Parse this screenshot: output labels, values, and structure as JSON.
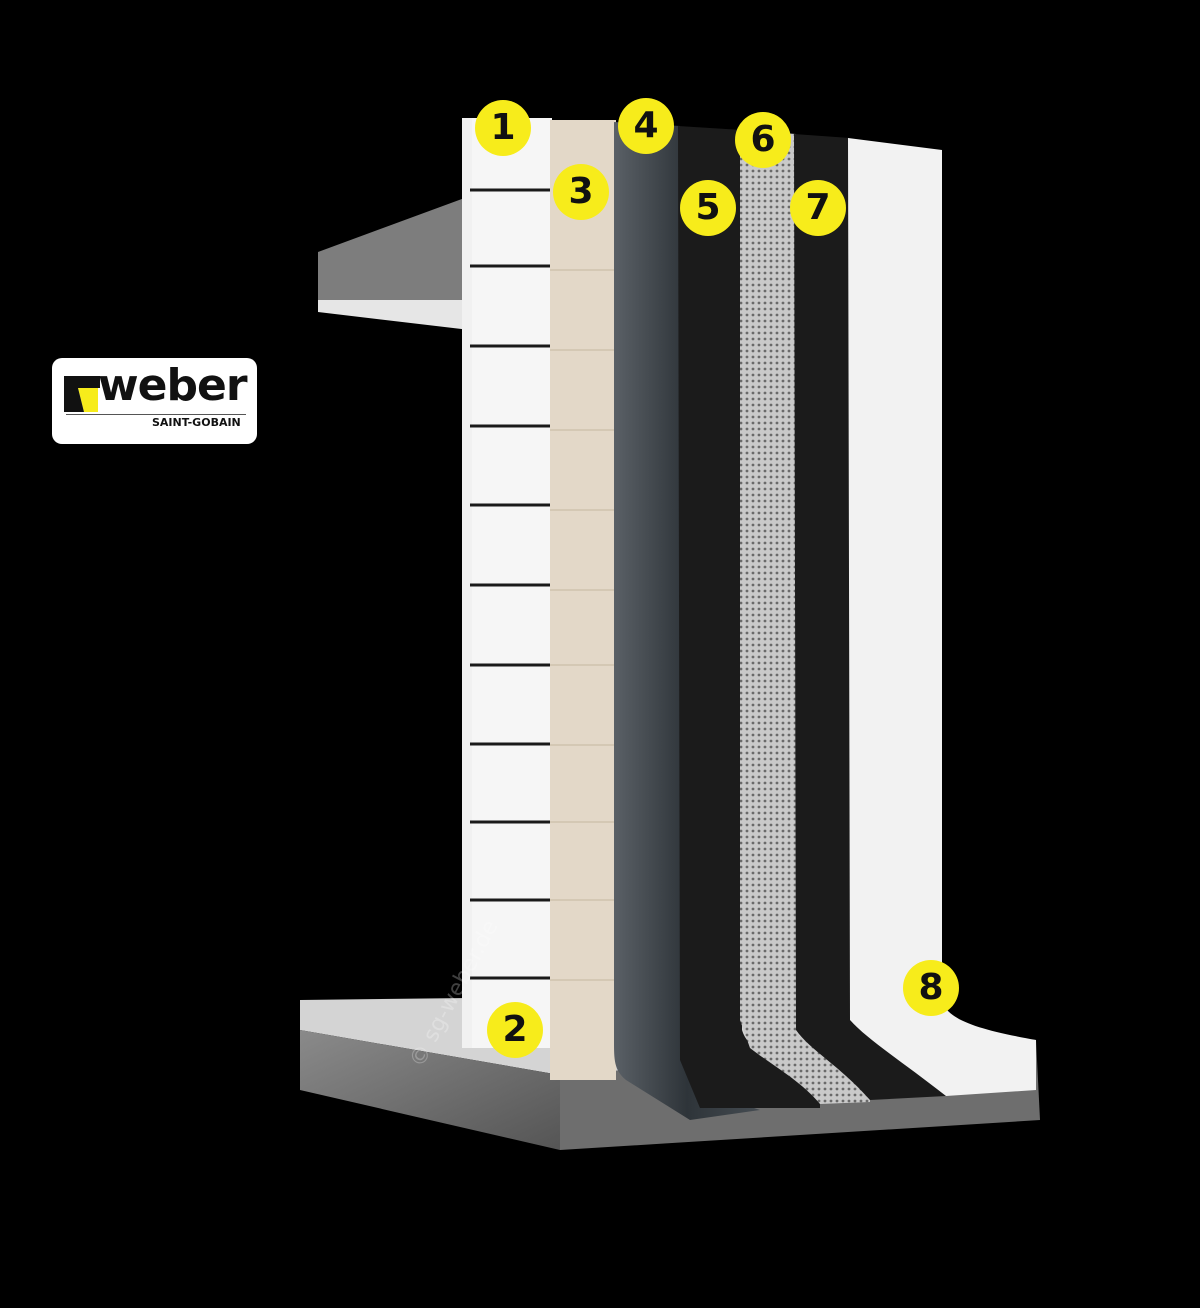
{
  "brand": {
    "name": "weber",
    "parent": "SAINT-GOBAIN"
  },
  "layers": [
    {
      "number": "1",
      "icon": "wall-block-icon"
    },
    {
      "number": "2",
      "icon": "base-joint-icon"
    },
    {
      "number": "3",
      "icon": "render-layer-icon"
    },
    {
      "number": "4",
      "icon": "primer-layer-icon"
    },
    {
      "number": "5",
      "icon": "sealing-layer-icon"
    },
    {
      "number": "6",
      "icon": "reinforcement-mesh-icon"
    },
    {
      "number": "7",
      "icon": "sealing-layer-icon"
    },
    {
      "number": "8",
      "icon": "protection-board-icon"
    }
  ],
  "watermark": "© sg-weber.de",
  "colors": {
    "badge": "#f7ec1b",
    "background": "#000000"
  }
}
